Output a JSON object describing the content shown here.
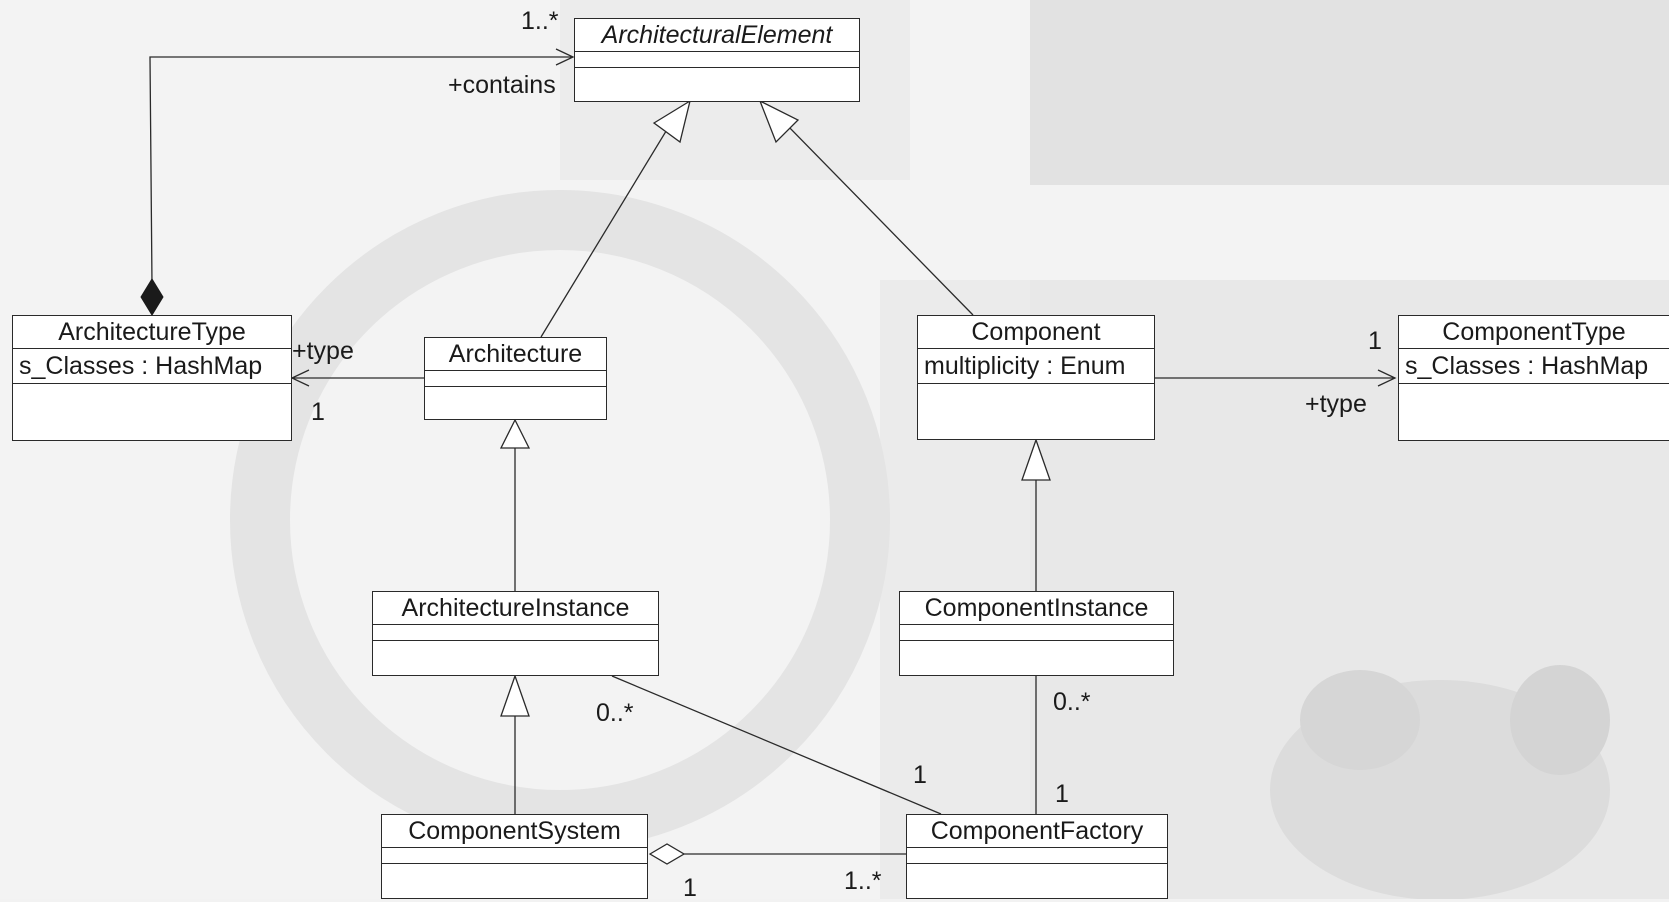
{
  "diagram": {
    "classes": [
      {
        "id": "architectural-element",
        "name": "ArchitecturalElement",
        "abstract": true,
        "attributes": ""
      },
      {
        "id": "architecture-type",
        "name": "ArchitectureType",
        "abstract": false,
        "attributes": "s_Classes : HashMap"
      },
      {
        "id": "architecture",
        "name": "Architecture",
        "abstract": false,
        "attributes": ""
      },
      {
        "id": "component",
        "name": "Component",
        "abstract": false,
        "attributes": "multiplicity : Enum"
      },
      {
        "id": "component-type",
        "name": "ComponentType",
        "abstract": false,
        "attributes": "s_Classes : HashMap"
      },
      {
        "id": "architecture-instance",
        "name": "ArchitectureInstance",
        "abstract": false,
        "attributes": ""
      },
      {
        "id": "component-instance",
        "name": "ComponentInstance",
        "abstract": false,
        "attributes": ""
      },
      {
        "id": "component-system",
        "name": "ComponentSystem",
        "abstract": false,
        "attributes": ""
      },
      {
        "id": "component-factory",
        "name": "ComponentFactory",
        "abstract": false,
        "attributes": ""
      }
    ],
    "labels": {
      "contains_multiplicity": "1..*",
      "contains_role": "+contains",
      "arch_type_role": "+type",
      "arch_type_multiplicity": "1",
      "comp_type_multiplicity": "1",
      "comp_type_role": "+type",
      "arch_instance_multiplicity": "0..*",
      "factory_arch_multiplicity": "1",
      "comp_instance_multiplicity": "0..*",
      "factory_comp_multiplicity": "1",
      "system_multiplicity": "1",
      "factory_system_multiplicity": "1..*"
    },
    "relationships": [
      {
        "type": "composition",
        "from": "architecture-type",
        "to": "architectural-element"
      },
      {
        "type": "generalization",
        "from": "architecture",
        "to": "architectural-element"
      },
      {
        "type": "generalization",
        "from": "component",
        "to": "architectural-element"
      },
      {
        "type": "association",
        "from": "architecture",
        "to": "architecture-type",
        "navigable": true
      },
      {
        "type": "association",
        "from": "component",
        "to": "component-type",
        "navigable": true
      },
      {
        "type": "generalization",
        "from": "architecture-instance",
        "to": "architecture"
      },
      {
        "type": "generalization",
        "from": "component-instance",
        "to": "component"
      },
      {
        "type": "generalization",
        "from": "component-system",
        "to": "architecture-instance"
      },
      {
        "type": "association",
        "from": "architecture-instance",
        "to": "component-factory"
      },
      {
        "type": "association",
        "from": "component-instance",
        "to": "component-factory"
      },
      {
        "type": "aggregation",
        "from": "component-system",
        "to": "component-factory"
      }
    ]
  }
}
